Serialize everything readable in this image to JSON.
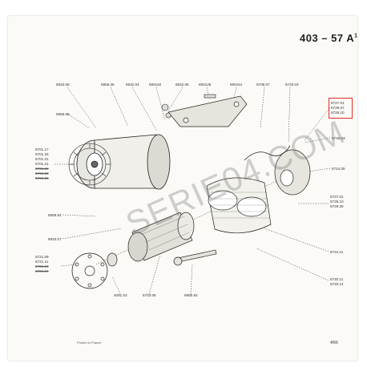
{
  "header": {
    "title": "403 – 57 A",
    "sup": "1"
  },
  "refs_top": [
    "6933.08",
    "5958.35",
    "5932.04",
    "690162",
    "6932.05",
    "690128",
    "690151",
    "5708.07",
    "5733.03"
  ],
  "refs_left": [
    "5958.55"
  ],
  "refs_left_group": {
    "items": [
      "5701.17",
      "5701.18",
      "5701.21",
      "5701.21"
    ],
    "struck": [
      "5701.22",
      "5701.23",
      "5701.25"
    ]
  },
  "refs_boxed": [
    "5727.01",
    "5728.07",
    "5728.10"
  ],
  "refs_right": [
    "5745.03",
    "5724.05"
  ],
  "refs_right_group": [
    "5727.01",
    "5728.10",
    "5729.25"
  ],
  "refs_mid_left": [
    "6958.54",
    "6933.07"
  ],
  "refs_bottom_left_group": {
    "items": [
      "5721.09",
      "5721.11"
    ],
    "struck": [
      "5721.13",
      "5721.14"
    ]
  },
  "refs_bottom": [
    "4091.03",
    "5703.05",
    "6955.92"
  ],
  "refs_right_lower": [
    "5724.11",
    "5720.11",
    "5720.14"
  ],
  "watermark": "SERIE04.COM",
  "footer": {
    "left": "Printed in France",
    "right": "4/66"
  }
}
